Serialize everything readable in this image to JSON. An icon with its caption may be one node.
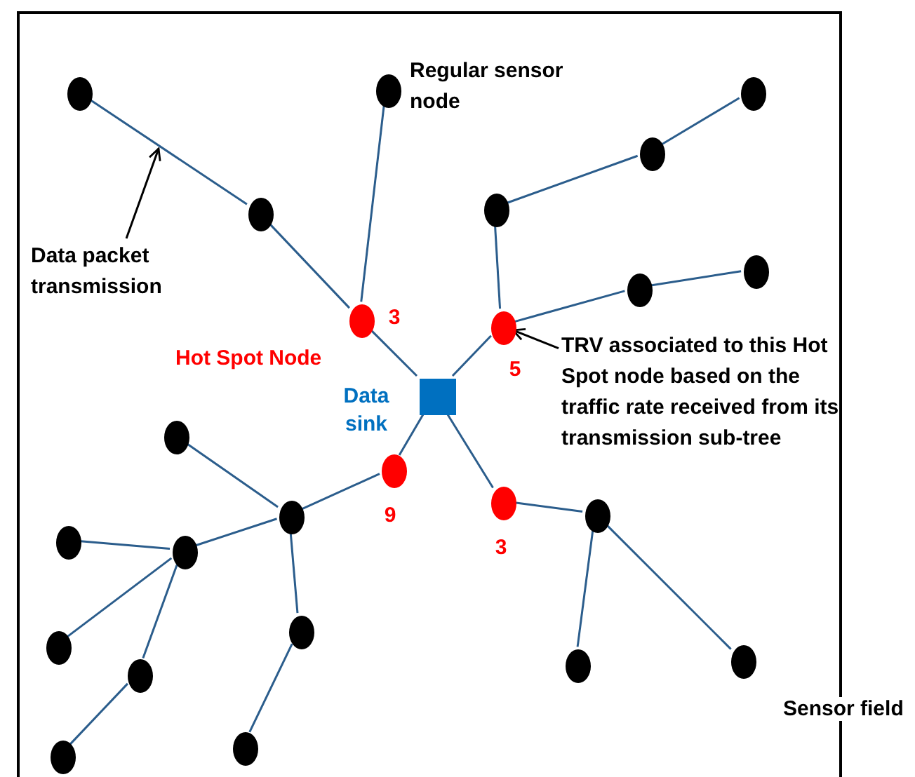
{
  "diagram": {
    "nodes": [
      {
        "text": [
          "Sensor field"
        ]
      },
      {
        "text": [],
        "shape": "circle",
        "in": 0
      },
      {
        "text": [],
        "shape": "circle",
        "in": 0
      },
      {
        "text": [],
        "shape": "circle",
        "in": 0
      },
      {
        "text": [],
        "shape": "circle",
        "in": 0
      },
      {
        "text": [],
        "shape": "circle",
        "in": 0
      },
      {
        "text": [],
        "shape": "circle",
        "in": 0
      },
      {
        "text": [],
        "shape": "circle",
        "in": 0
      },
      {
        "text": [],
        "shape": "circle",
        "in": 0
      },
      {
        "text": [],
        "shape": "circle",
        "in": 0,
        "beside": [
          "3"
        ]
      },
      {
        "text": [],
        "shape": "circle",
        "in": 0,
        "beside": [
          "5"
        ]
      },
      {
        "text": [],
        "shape": "box",
        "in": 0,
        "beside": [
          "Data sink"
        ]
      },
      {
        "text": [],
        "shape": "circle",
        "in": 0
      },
      {
        "text": [],
        "shape": "circle",
        "in": 0,
        "beside": [
          "9"
        ]
      },
      {
        "text": [],
        "shape": "circle",
        "in": 0,
        "beside": [
          "3"
        ]
      },
      {
        "text": [],
        "shape": "circle",
        "in": 0
      },
      {
        "text": [],
        "shape": "circle",
        "in": 0
      },
      {
        "text": [],
        "shape": "circle",
        "in": 0
      },
      {
        "text": [],
        "shape": "circle",
        "in": 0
      },
      {
        "text": [],
        "shape": "circle",
        "in": 0
      },
      {
        "text": [],
        "shape": "circle",
        "in": 0
      },
      {
        "text": [],
        "shape": "circle",
        "in": 0
      },
      {
        "text": [],
        "shape": "circle",
        "in": 0
      },
      {
        "text": [],
        "shape": "circle",
        "in": 0
      },
      {
        "text": [],
        "shape": "circle",
        "in": 0
      },
      {
        "text": [],
        "shape": "circle",
        "in": 0
      },
      {
        "text": [
          "Data packet transmission"
        ],
        "in": 0
      },
      {
        "text": [
          "TRV associated to this Hot Spot node based on the traffic rate received from its transmission sub-tree"
        ],
        "in": 0
      }
    ],
    "edges": [
      {
        "from": 1,
        "to": 6,
        "arrow": "none"
      },
      {
        "from": 6,
        "to": 9,
        "arrow": "none"
      },
      {
        "from": 2,
        "to": 9,
        "arrow": "none"
      },
      {
        "from": 9,
        "to": 11,
        "arrow": "none"
      },
      {
        "from": 3,
        "to": 4,
        "arrow": "none"
      },
      {
        "from": 4,
        "to": 5,
        "arrow": "none"
      },
      {
        "from": 5,
        "to": 10,
        "arrow": "none"
      },
      {
        "from": 7,
        "to": 8,
        "arrow": "none"
      },
      {
        "from": 8,
        "to": 10,
        "arrow": "none"
      },
      {
        "from": 10,
        "to": 11,
        "arrow": "none"
      },
      {
        "from": 11,
        "to": 13,
        "arrow": "none"
      },
      {
        "from": 13,
        "to": 16,
        "arrow": "none"
      },
      {
        "from": 16,
        "to": 12,
        "arrow": "none"
      },
      {
        "from": 16,
        "to": 18,
        "arrow": "none"
      },
      {
        "from": 18,
        "to": 17,
        "arrow": "none"
      },
      {
        "from": 18,
        "to": 20,
        "arrow": "none"
      },
      {
        "from": 18,
        "to": 23,
        "arrow": "none"
      },
      {
        "from": 23,
        "to": 25,
        "arrow": "none"
      },
      {
        "from": 16,
        "to": 19,
        "arrow": "none"
      },
      {
        "from": 19,
        "to": 24,
        "arrow": "none"
      },
      {
        "from": 11,
        "to": 14,
        "arrow": "none"
      },
      {
        "from": 14,
        "to": 15,
        "arrow": "none"
      },
      {
        "from": 15,
        "to": 21,
        "arrow": "none"
      },
      {
        "from": 15,
        "to": 22,
        "arrow": "none"
      },
      {
        "from": 26,
        "to": null,
        "arrow": "to",
        "color": "#000000"
      },
      {
        "from": 27,
        "to": 10,
        "arrow": "to",
        "color": "#000000"
      }
    ],
    "labels": [
      "Regular sensor node",
      "Hot Spot Node"
    ]
  }
}
